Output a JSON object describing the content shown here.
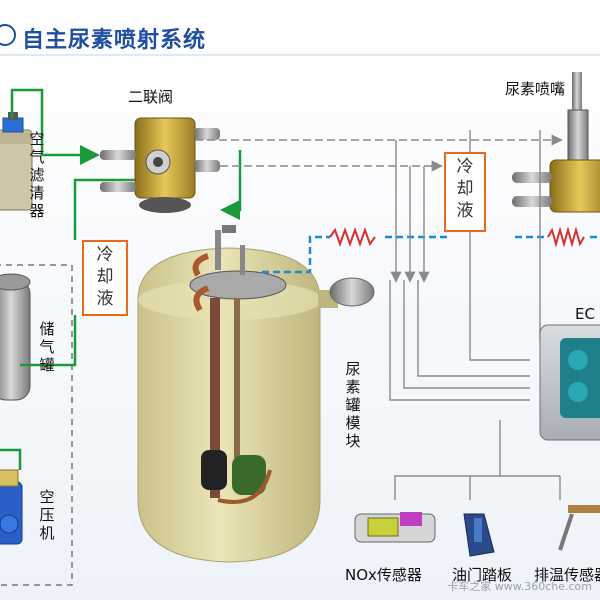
{
  "title": "自主尿素喷射系统",
  "labels": {
    "air_filter": "空气滤清器",
    "two_way_valve": "二联阀",
    "urea_nozzle": "尿素喷嘴",
    "coolant_left": "冷却液",
    "coolant_right": "冷却液",
    "air_tank": "储气罐",
    "urea_module": "尿素罐模块",
    "compressor": "空压机",
    "ecu": "EC",
    "nox_sensor": "NOx传感器",
    "pedal": "油门踏板",
    "exhaust_temp": "排温传感器"
  },
  "watermark": "卡车之家 www.360che.com",
  "colors": {
    "title": "#1f4e9e",
    "green_line": "#1a9a3a",
    "blue_line": "#1a8ad8",
    "red_heater": "#d83030",
    "coolant_box": "#e86a1c",
    "tank": "#ddd6a0",
    "gray_line": "#8a8a8a"
  }
}
